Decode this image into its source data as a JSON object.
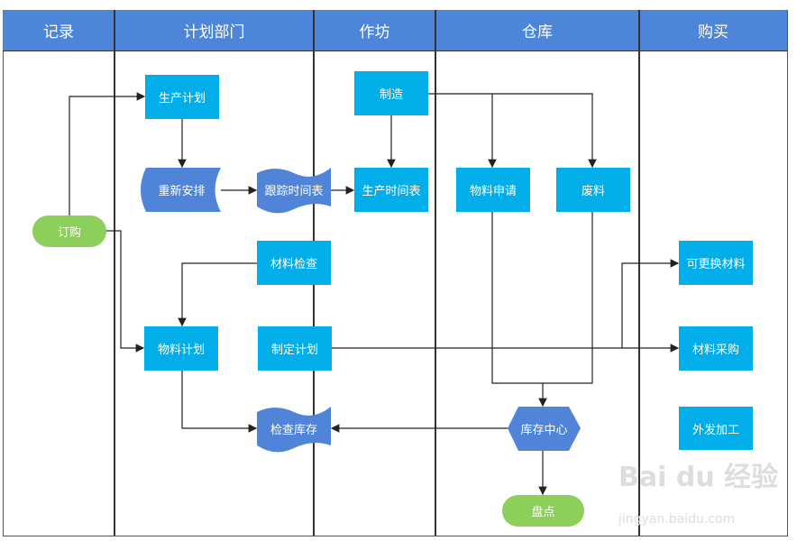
{
  "lanes": [
    "记录",
    "计划部门",
    "作坊",
    "仓库",
    "购买"
  ],
  "nodes": {
    "order": "订购",
    "production_plan": "生产计划",
    "reschedule": "重新安排",
    "track_schedule": "跟踪时间表",
    "manufacture": "制造",
    "production_schedule": "生产时间表",
    "material_request": "物料申请",
    "scrap": "废料",
    "material_check": "材料检查",
    "material_plan": "物料计划",
    "make_plan": "制定计划",
    "replaceable_material": "可更换材料",
    "material_purchase": "材料采购",
    "outsourcing": "外发加工",
    "check_inventory": "检查库存",
    "inventory_center": "库存中心",
    "stocktake": "盘点"
  },
  "colors": {
    "header": "#4d86d9",
    "process": "#02aeea",
    "data": "#4f84d8",
    "terminal": "#8ccf5a"
  },
  "watermark": {
    "logo": "Baidu经验",
    "url": "jingyan.baidu.com"
  }
}
